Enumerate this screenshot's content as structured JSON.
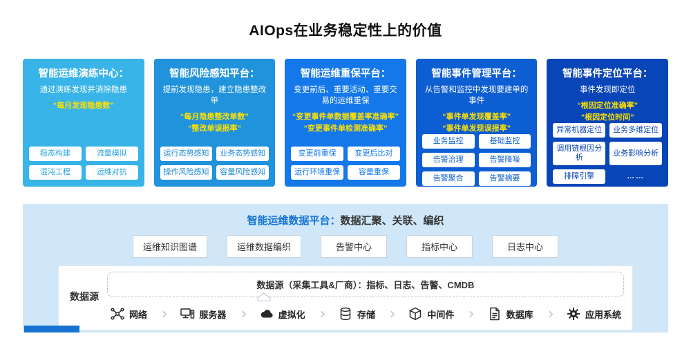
{
  "page_title": "AIOps在业务稳定性上的价值",
  "colors": {
    "metric_yellow": "#ffe100",
    "platform_bg": "#cfe7f8",
    "accent_blue": "#1673d2"
  },
  "panels": [
    {
      "title": "智能运维演练中心：",
      "subtitle": "通过演练发现并消除隐患",
      "metrics": [
        "“每月发现隐患数”"
      ],
      "buttons": [
        "稳态构建",
        "流量模拟",
        "混沌工程",
        "运维对抗"
      ],
      "bg": "#38b4e8",
      "fg": "#2aa6dc"
    },
    {
      "title": "智能风险感知平台：",
      "subtitle": "提前发现隐患，建立隐患整改单",
      "metrics": [
        "“每月隐患整改单数”",
        "“整改单误报率”"
      ],
      "buttons": [
        "运行态势感知",
        "业务态势感知",
        "操作风险感知",
        "容量风险感知"
      ],
      "bg": "#2093dc",
      "fg": "#1e8ad6"
    },
    {
      "title": "智能运维重保平台：",
      "subtitle": "变更前后、重要活动、重要交易的运维重保",
      "metrics": [
        "“变更事件单数据覆盖率准确率”",
        "“变更事件单检测准确率”"
      ],
      "buttons": [
        "变更前重保",
        "变更后比对",
        "运行环境重保",
        "容量重保"
      ],
      "bg": "#1478ea",
      "fg": "#1478ea"
    },
    {
      "title": "智能事件管理平台：",
      "subtitle": "从告警和监控中发现要建单的事件",
      "metrics": [
        "“事件单发现覆盖率”",
        "“事件单发现误报率”"
      ],
      "buttons": [
        "业务监控",
        "基础监控",
        "告警治理",
        "告警降噪",
        "告警聚合",
        "告警摘要"
      ],
      "bg": "#0c5ed2",
      "fg": "#0c5ed2"
    },
    {
      "title": "智能事件定位平台：",
      "subtitle": "事件发现即定位",
      "metrics": [
        "“根因定位准确率”",
        "“根因定位时间”"
      ],
      "buttons": [
        "异常机器定位",
        "业务多维定位",
        "调用链根因分析",
        "业务影响分析",
        "排障引擎",
        "……"
      ],
      "bg": "#0845b8",
      "fg": "#0845b8"
    }
  ],
  "platform": {
    "title_strong": "智能运维数据平台：",
    "title_rest": "数据汇聚、关联、编织",
    "buttons": [
      "运维知识图谱",
      "运维数据编织",
      "告警中心",
      "指标中心",
      "日志中心"
    ],
    "source_label": "数据源",
    "banner": "数据源（采集工具&厂商）：指标、日志、告警、CMDB",
    "sources": [
      {
        "label": "网络",
        "icon": "network-icon"
      },
      {
        "label": "服务器",
        "icon": "server-icon"
      },
      {
        "label": "虚拟化",
        "icon": "virtualization-cloud-icon"
      },
      {
        "label": "存储",
        "icon": "storage-icon"
      },
      {
        "label": "中间件",
        "icon": "middleware-cube-icon"
      },
      {
        "label": "数据库",
        "icon": "database-file-icon"
      },
      {
        "label": "应用系统",
        "icon": "application-gear-icon"
      }
    ]
  }
}
